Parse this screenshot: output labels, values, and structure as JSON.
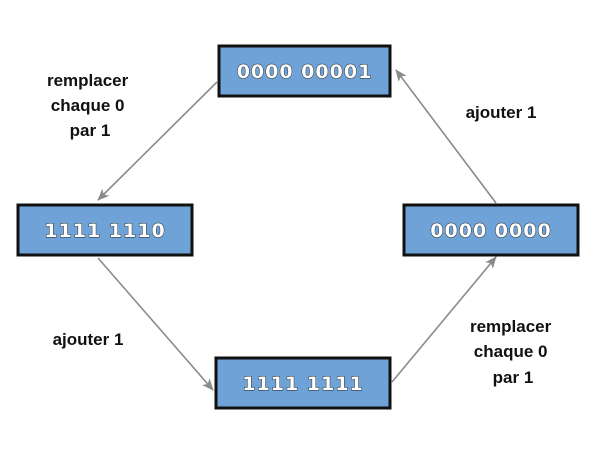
{
  "colors": {
    "box_fill": "#6fa3d8",
    "box_border": "#111111",
    "arrow": "#8a8a8a",
    "label": "#111111"
  },
  "nodes": {
    "top": "0000 00001",
    "left": "1111 1110",
    "bottom": "1111 1111",
    "right": "0000 0000"
  },
  "edges": {
    "top_to_left": [
      "remplacer",
      "chaque 0",
      "par 1"
    ],
    "left_to_bottom": [
      "ajouter 1"
    ],
    "bottom_to_right": [
      "remplacer",
      "chaque 0",
      "par 1"
    ],
    "right_to_top": [
      "ajouter 1"
    ]
  }
}
